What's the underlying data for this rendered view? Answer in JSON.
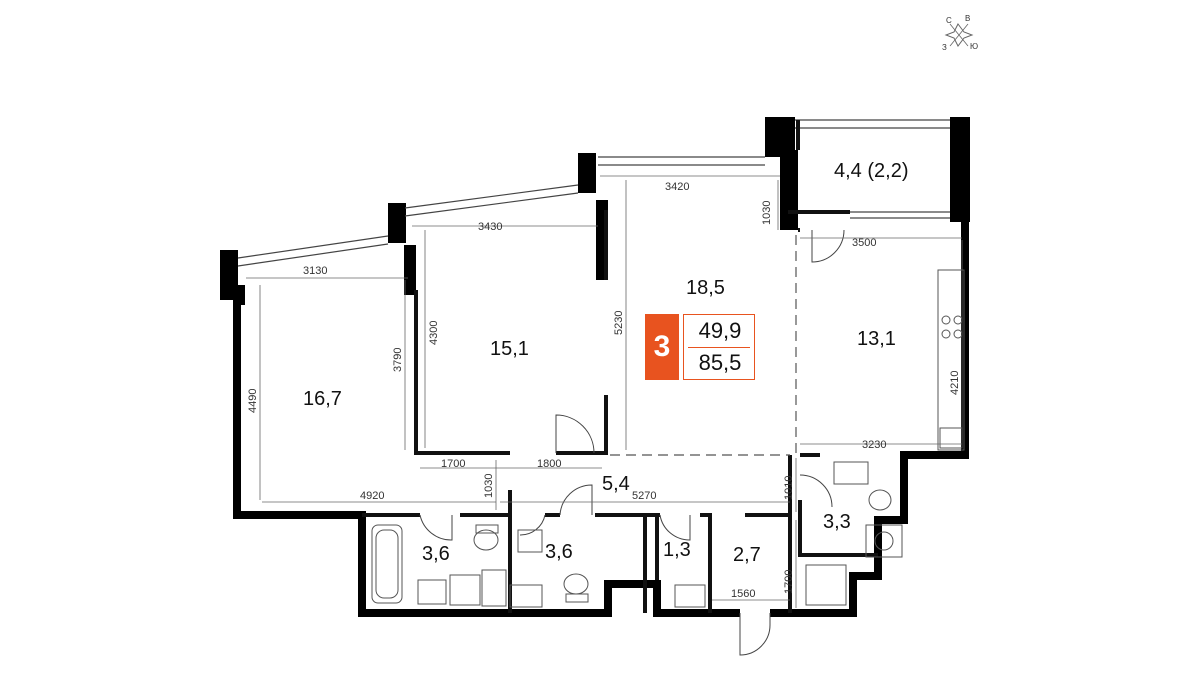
{
  "compass": {
    "n": "С",
    "e": "В",
    "s": "Ю",
    "w": "З"
  },
  "badge": {
    "rooms": "3",
    "living_area": "49,9",
    "total_area": "85,5",
    "accent": "#e8531f"
  },
  "rooms": {
    "balcony": "4,4 (2,2)",
    "living": "18,5",
    "bedroom_mid": "15,1",
    "bedroom_left": "16,7",
    "kitchen": "13,1",
    "hall": "5,4",
    "bath_left": "3,6",
    "bath_mid": "3,6",
    "closet_small": "1,3",
    "closet": "2,7",
    "bath_right": "3,3"
  },
  "dims": {
    "d3420": "3420",
    "d1030a": "1030",
    "d3430": "3430",
    "d3130": "3130",
    "d3500": "3500",
    "d5230": "5230",
    "d4300": "4300",
    "d3790": "3790",
    "d4490": "4490",
    "d4210": "4210",
    "d3230": "3230",
    "d1700a": "1700",
    "d1800": "1800",
    "d1030b": "1030",
    "d4920": "4920",
    "d5270": "5270",
    "d1010": "1010",
    "d1700b": "1700",
    "d1560": "1560"
  }
}
